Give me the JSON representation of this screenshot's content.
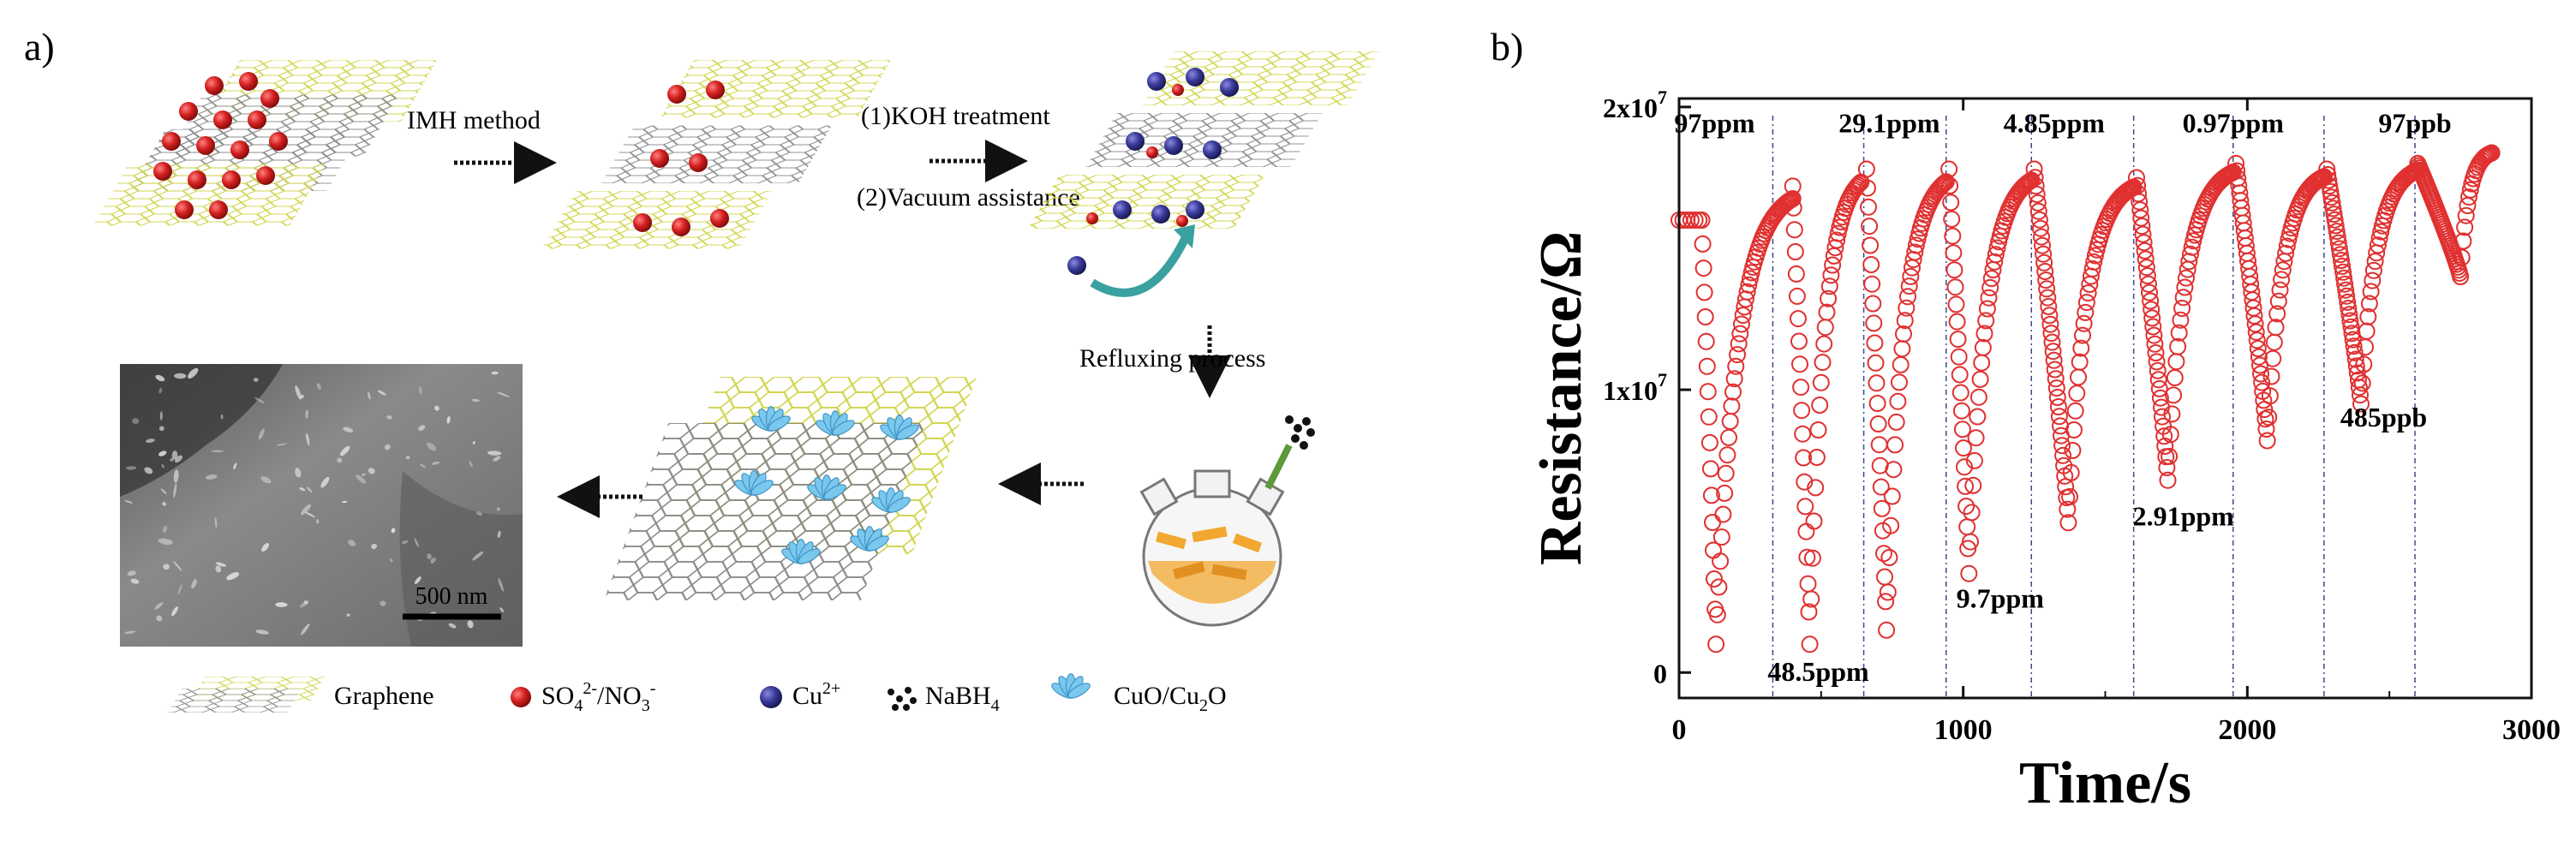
{
  "panel_a": {
    "label": "a)",
    "steps": {
      "imh": "IMH method",
      "koh": "(1)KOH treatment",
      "vacuum": "(2)Vacuum assistance",
      "reflux": "Refluxing process"
    },
    "scale_bar": "500 nm",
    "legend": {
      "graphene": "Graphene",
      "anion_main": "SO",
      "anion_sub": "4",
      "anion_sup": "2-",
      "anion_sep": "/NO",
      "anion_sub2": "3",
      "anion_sup2": "-",
      "cu": "Cu",
      "cu_sup": "2+",
      "nabh": "NaBH",
      "nabh_sub": "4",
      "cuo": "CuO/Cu",
      "cuo_sub": "2",
      "cuo_end": "O"
    },
    "colors": {
      "anion": "#d42020",
      "cu_ion": "#3a3a9a",
      "cuo": "#7ac8ee",
      "graphene_dark": "#8a8a8a",
      "graphene_light": "#d8dc50",
      "flask_fill": "#f2a830"
    }
  },
  "chart_data": {
    "type": "scatter",
    "panel_label": "b)",
    "xlabel": "Time/s",
    "ylabel": "Resistance/Ω",
    "xlim": [
      0,
      3000
    ],
    "ylim": [
      0,
      20000000
    ],
    "x_ticks": [
      "0",
      "1000",
      "2000",
      "3000"
    ],
    "y_ticks": [
      {
        "base": "0",
        "exp": ""
      },
      {
        "base": "1x10",
        "exp": "7"
      },
      {
        "base": "2x10",
        "exp": "7"
      }
    ],
    "marker": "open-circle",
    "marker_color": "#e03030",
    "vline_color": "#3a4a8a",
    "vlines": [
      330,
      650,
      940,
      1240,
      1600,
      1950,
      2270,
      2590
    ],
    "baseline_start": {
      "x": [
        0,
        80
      ],
      "y": 16000000
    },
    "cycles": [
      {
        "t_on": 80,
        "t_off": 130,
        "t_end": 400,
        "r_base": 16000000,
        "r_min": 1000000,
        "r_rec": 17200000
      },
      {
        "t_on": 400,
        "t_off": 460,
        "t_end": 640,
        "r_base": 17200000,
        "r_min": 1000000,
        "r_rec": 17800000
      },
      {
        "t_on": 660,
        "t_off": 730,
        "t_end": 940,
        "r_base": 17800000,
        "r_min": 1500000,
        "r_rec": 17800000
      },
      {
        "t_on": 950,
        "t_off": 1020,
        "t_end": 1240,
        "r_base": 17800000,
        "r_min": 3500000,
        "r_rec": 17800000
      },
      {
        "t_on": 1250,
        "t_off": 1370,
        "t_end": 1600,
        "r_base": 17800000,
        "r_min": 5300000,
        "r_rec": 17500000
      },
      {
        "t_on": 1610,
        "t_off": 1720,
        "t_end": 1950,
        "r_base": 17500000,
        "r_min": 6800000,
        "r_rec": 18000000
      },
      {
        "t_on": 1960,
        "t_off": 2070,
        "t_end": 2270,
        "r_base": 18000000,
        "r_min": 8200000,
        "r_rec": 17800000
      },
      {
        "t_on": 2280,
        "t_off": 2400,
        "t_end": 2600,
        "r_base": 17800000,
        "r_min": 9500000,
        "r_rec": 18000000
      },
      {
        "t_on": 2600,
        "t_off": 2750,
        "t_end": 2860,
        "r_base": 18000000,
        "r_min": 14000000,
        "r_rec": 18500000
      }
    ],
    "annotations": [
      {
        "text": "97ppm",
        "x": 125,
        "y": 19100000,
        "anchor": "middle"
      },
      {
        "text": "29.1ppm",
        "x": 740,
        "y": 19100000,
        "anchor": "middle"
      },
      {
        "text": "4.85ppm",
        "x": 1320,
        "y": 19100000,
        "anchor": "middle"
      },
      {
        "text": "0.97ppm",
        "x": 1950,
        "y": 19100000,
        "anchor": "middle"
      },
      {
        "text": "97ppb",
        "x": 2590,
        "y": 19100000,
        "anchor": "middle"
      },
      {
        "text": "48.5ppm",
        "x": 490,
        "y": -300000,
        "anchor": "middle"
      },
      {
        "text": "9.7ppm",
        "x": 1130,
        "y": 2300000,
        "anchor": "middle"
      },
      {
        "text": "2.91ppm",
        "x": 1775,
        "y": 5200000,
        "anchor": "middle"
      },
      {
        "text": "485ppb",
        "x": 2480,
        "y": 8700000,
        "anchor": "middle"
      }
    ]
  }
}
